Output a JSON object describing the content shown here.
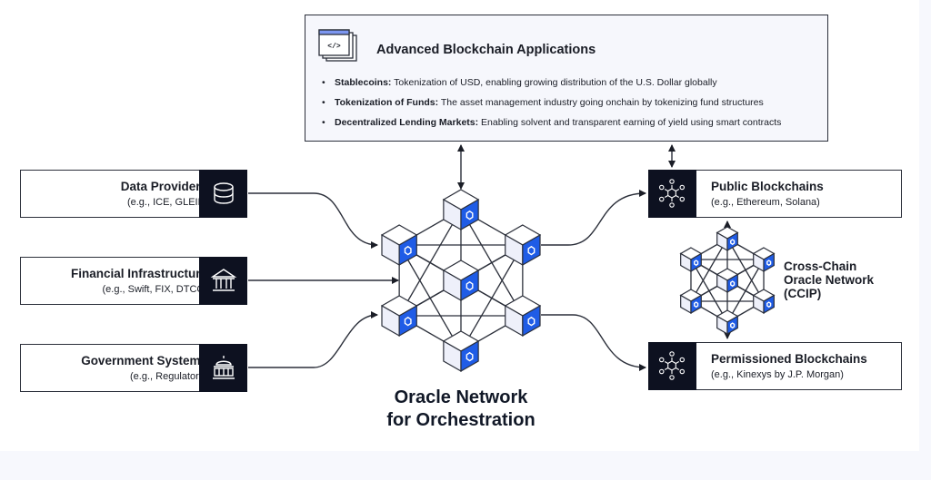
{
  "apps": {
    "title": "Advanced Blockchain Applications",
    "icon": "code-window-icon",
    "items": [
      {
        "term": "Stablecoins:",
        "desc": " Tokenization of USD, enabling growing distribution of the U.S. Dollar globally"
      },
      {
        "term": "Tokenization of Funds:",
        "desc": " The asset management industry going onchain by tokenizing fund structures"
      },
      {
        "term": "Decentralized Lending Markets:",
        "desc": " Enabling solvent and transparent earning of yield using smart contracts"
      }
    ]
  },
  "sources": [
    {
      "label": "Data Providers",
      "sub": "(e.g., ICE, GLEIF)",
      "icon": "database-icon"
    },
    {
      "label": "Financial Infrastructure",
      "sub": "(e.g., Swift, FIX, DTCC)",
      "icon": "bank-icon"
    },
    {
      "label": "Government Systems",
      "sub": "(e.g., Regulators)",
      "icon": "capitol-icon"
    }
  ],
  "chains": [
    {
      "label": "Public Blockchains",
      "sub": "(e.g., Ethereum, Solana)",
      "icon": "network-hub-icon"
    },
    {
      "label": "Permissioned Blockchains",
      "sub": "(e.g., Kinexys by J.P. Morgan)",
      "icon": "network-hub-icon"
    }
  ],
  "oracle_network": {
    "line1": "Oracle Network",
    "line2": "for Orchestration"
  },
  "ccip": {
    "line1": "Cross-Chain",
    "line2": "Oracle Network",
    "line3": "(CCIP)"
  },
  "colors": {
    "accent": "#1f5ce6",
    "dark": "#0d1120",
    "cube_face": "#eef0fa",
    "line": "#2b2f3a"
  }
}
